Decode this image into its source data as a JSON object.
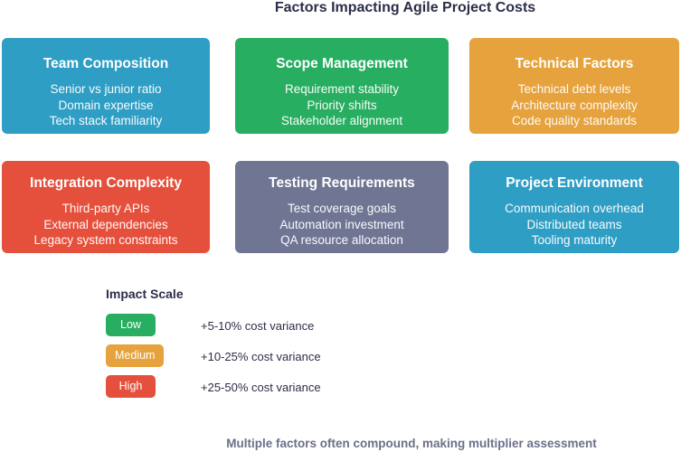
{
  "title": "Factors Impacting Agile Project Costs",
  "boxes": [
    {
      "heading": "Team Composition",
      "items": [
        "Senior vs junior ratio",
        "Domain expertise",
        "Tech stack familiarity"
      ],
      "color": "#2F9EC4"
    },
    {
      "heading": "Scope Management",
      "items": [
        "Requirement stability",
        "Priority shifts",
        "Stakeholder alignment"
      ],
      "color": "#28AE60"
    },
    {
      "heading": "Technical Factors",
      "items": [
        "Technical debt levels",
        "Architecture complexity",
        "Code quality standards"
      ],
      "color": "#E6A23C"
    },
    {
      "heading": "Integration Complexity",
      "items": [
        "Third-party APIs",
        "External dependencies",
        "Legacy system constraints"
      ],
      "color": "#E5503C"
    },
    {
      "heading": "Testing Requirements",
      "items": [
        "Test coverage goals",
        "Automation investment",
        "QA resource allocation"
      ],
      "color": "#6F7593"
    },
    {
      "heading": "Project Environment",
      "items": [
        "Communication overhead",
        "Distributed teams",
        "Tooling maturity"
      ],
      "color": "#2F9EC4"
    }
  ],
  "legend": {
    "title": "Impact Scale",
    "items": [
      {
        "label": "Low",
        "color": "#28AE60",
        "description": "+5-10% cost variance"
      },
      {
        "label": "Medium",
        "color": "#E6A23C",
        "description": "+10-25% cost variance"
      },
      {
        "label": "High",
        "color": "#E5503C",
        "description": "+25-50% cost variance"
      }
    ]
  },
  "footnote": "Multiple factors often compound, making multiplier assessment",
  "text_colors": {
    "title": "#2B2E48",
    "legend_text": "#2B2E48",
    "footnote": "#6C7089"
  }
}
